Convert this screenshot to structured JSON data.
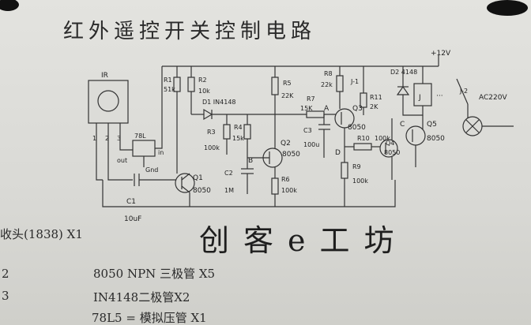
{
  "title": "红外遥控开关控制电路",
  "supply": "+12V",
  "ac_label": "AC220V",
  "brand": "创客e工坊",
  "components": {
    "ir": "IR",
    "pins": [
      "1",
      "2",
      "3"
    ],
    "reg": "78L",
    "reg_out": "out",
    "reg_gnd": "Gnd",
    "reg_in": "in",
    "r1": "R1",
    "r1v": "51k",
    "r2": "R2",
    "r2v": "10k",
    "r3": "R3",
    "r3v": "100k",
    "r4": "R4",
    "r4v": "15k",
    "r5": "R5",
    "r5v": "22K",
    "r6": "R6",
    "r6v": "100k",
    "r7": "R7",
    "r7v": "15K",
    "r8": "R8",
    "r8v": "22k",
    "r9": "R9",
    "r9v": "100k",
    "r10": "R10",
    "r10v": "100k",
    "r11": "R11",
    "r11v": "2K",
    "d1": "D1 IN4148",
    "d2": "D2 4148",
    "c1": "C1",
    "c1v": "10uF",
    "c2": "C2",
    "c2v": "1M",
    "c3": "C3",
    "c3v": "100u",
    "q1": "Q1",
    "q1v": "8050",
    "q2": "Q2",
    "q2v": "8050",
    "q3": "Q3",
    "q3v": "8050",
    "q4": "Q4",
    "q4v": "8050",
    "q5": "Q5",
    "q5v": "8050",
    "j1": "J-1",
    "j2": "J-2",
    "relay": "J",
    "node_a": "A",
    "node_b": "B",
    "node_c": "C",
    "node_d": "D"
  },
  "bom": [
    {
      "num": "",
      "text": "收头(1838) X1"
    },
    {
      "num": "2",
      "text": "8050 NPN 三极管 X5"
    },
    {
      "num": "3",
      "text": "IN4148二极管X2"
    },
    {
      "num": "",
      "text": "78L5 = 模拟压管 X1"
    }
  ]
}
